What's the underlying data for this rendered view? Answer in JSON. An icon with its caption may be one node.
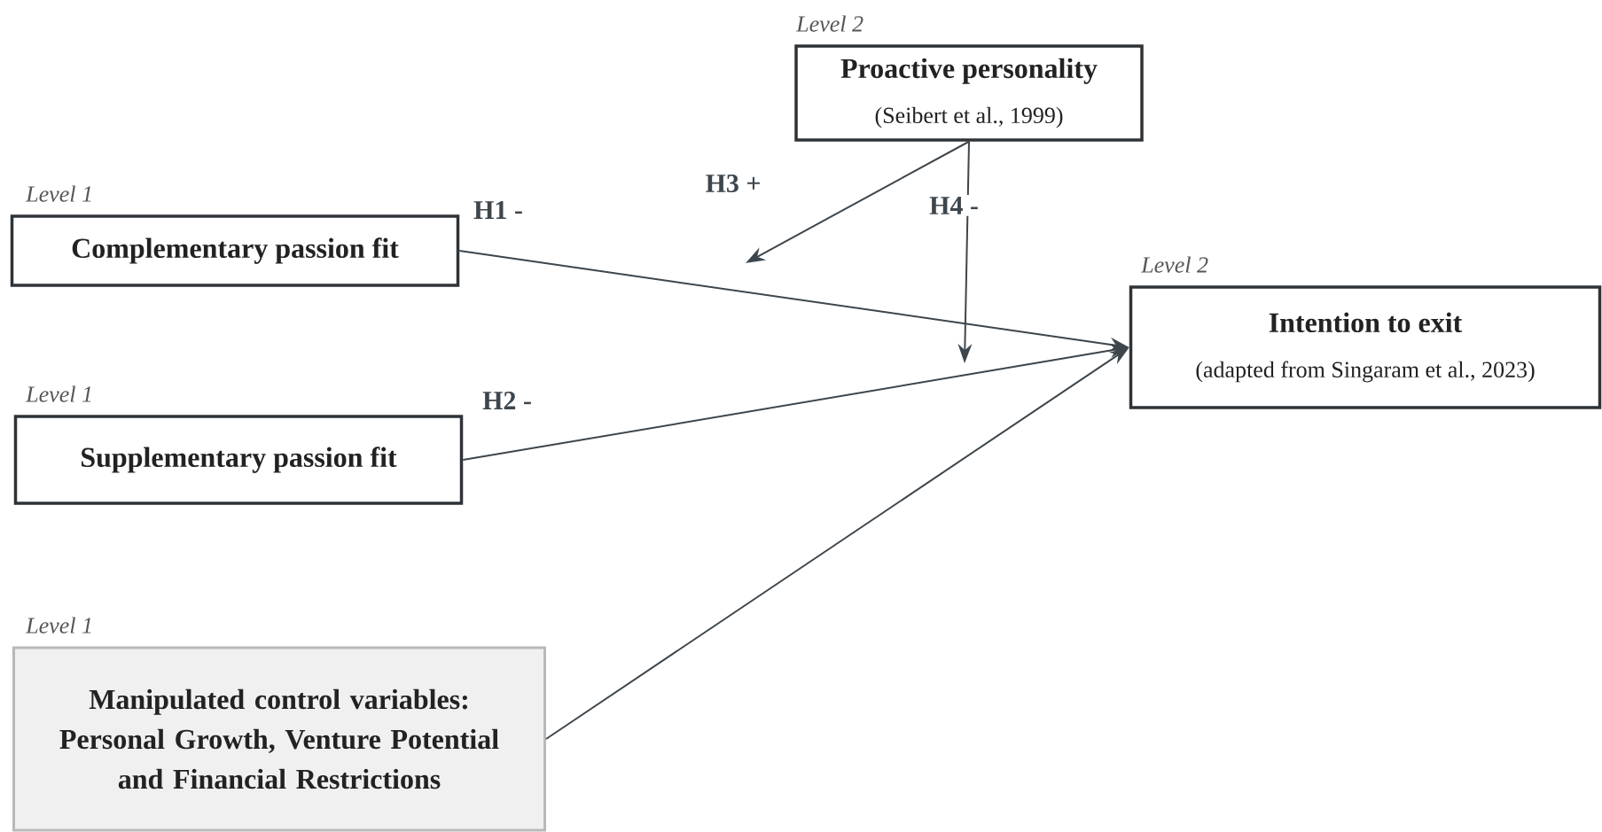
{
  "diagram": {
    "nodes": [
      {
        "text": [
          "Proactive personality",
          "(Seibert et al., 1999)"
        ],
        "beside": [
          "Level 2"
        ]
      },
      {
        "text": [
          "Complementary passion fit"
        ],
        "beside": [
          "Level 1"
        ]
      },
      {
        "text": [
          "Intention to exit",
          "(adapted from Singaram et al., 2023)"
        ],
        "beside": [
          "Level 2"
        ]
      },
      {
        "text": [
          "Supplementary passion fit"
        ],
        "beside": [
          "Level 1"
        ]
      },
      {
        "text": [
          "Manipulated control variables: Personal Growth, Venture Potential and Financial Restrictions"
        ],
        "beside": [
          "Level 1"
        ]
      }
    ],
    "edges": [
      {
        "from": 1,
        "to": 2,
        "arrow": "to",
        "label": "H1 -"
      },
      {
        "from": 3,
        "to": 2,
        "arrow": "to",
        "label": "H2 -"
      },
      {
        "from": 4,
        "to": 2,
        "arrow": "to"
      },
      {
        "from": 0,
        "to": null,
        "arrow": "to",
        "label": "H3 +"
      },
      {
        "from": 0,
        "to": null,
        "arrow": "to",
        "label": "H4 -"
      }
    ]
  }
}
